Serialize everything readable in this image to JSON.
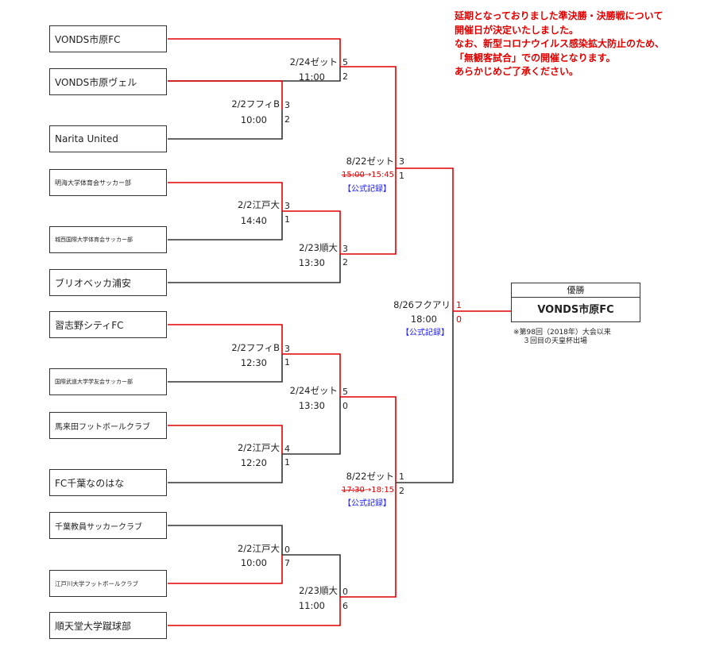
{
  "notice": [
    "延期となっておりました準決勝・決勝戦について",
    "開催日が決定いたしました。",
    "なお、新型コロナウイルス感染拡大防止のため、",
    "「無観客試合」での開催となります。",
    "あらかじめご了承ください。"
  ],
  "teams": [
    "VONDS市原FC",
    "VONDS市原ヴェル",
    "Narita United",
    "明海大学体育会サッカー部",
    "城西国際大学体育会サッカー部",
    "ブリオベッカ浦安",
    "習志野シティFC",
    "国際武道大学学友会サッカー部",
    "馬来田フットボールクラブ",
    "FC千葉なのはな",
    "千葉教員サッカークラブ",
    "江戸川大学フットボールクラブ",
    "順天堂大学蹴球部"
  ],
  "matches": {
    "r1a": {
      "venue": "2/2フフィB",
      "time": "10:00",
      "s1": "3",
      "s2": "2"
    },
    "r1b": {
      "venue": "2/2江戸大",
      "time": "14:40",
      "s1": "3",
      "s2": "1"
    },
    "r1c": {
      "venue": "2/2フフィB",
      "time": "12:30",
      "s1": "3",
      "s2": "1"
    },
    "r1d": {
      "venue": "2/2江戸大",
      "time": "12:20",
      "s1": "4",
      "s2": "1"
    },
    "r1e": {
      "venue": "2/2江戸大",
      "time": "10:00",
      "s1": "0",
      "s2": "7"
    },
    "qf1": {
      "venue": "2/24ゼット",
      "time": "11:00",
      "s1": "5",
      "s2": "2"
    },
    "qf2": {
      "venue": "2/23順大",
      "time": "13:30",
      "s1": "3",
      "s2": "2"
    },
    "qf3": {
      "venue": "2/24ゼット",
      "time": "13:30",
      "s1": "5",
      "s2": "0"
    },
    "qf4": {
      "venue": "2/23順大",
      "time": "11:00",
      "s1": "0",
      "s2": "6"
    },
    "sf1": {
      "venue": "8/22ゼット",
      "old_time": "15:00",
      "arrow": "→",
      "time": "15:45",
      "record": "【公式記録】",
      "s1": "3",
      "s2": "1"
    },
    "sf2": {
      "venue": "8/22ゼット",
      "old_time": "17:30",
      "arrow": "→",
      "time": "18:15",
      "record": "【公式記録】",
      "s1": "1",
      "s2": "2"
    },
    "final": {
      "venue": "8/26フクアリ",
      "time": "18:00",
      "record": "【公式記録】",
      "s1": "1",
      "s2": "0"
    }
  },
  "champion": {
    "header": "優勝",
    "name": "VONDS市原FC",
    "note": [
      "※第98回（2018年）大会以来",
      "３回目の天皇杯出場"
    ]
  },
  "colors": {
    "winner_line": "#e00000",
    "loser_line": "#333333"
  }
}
